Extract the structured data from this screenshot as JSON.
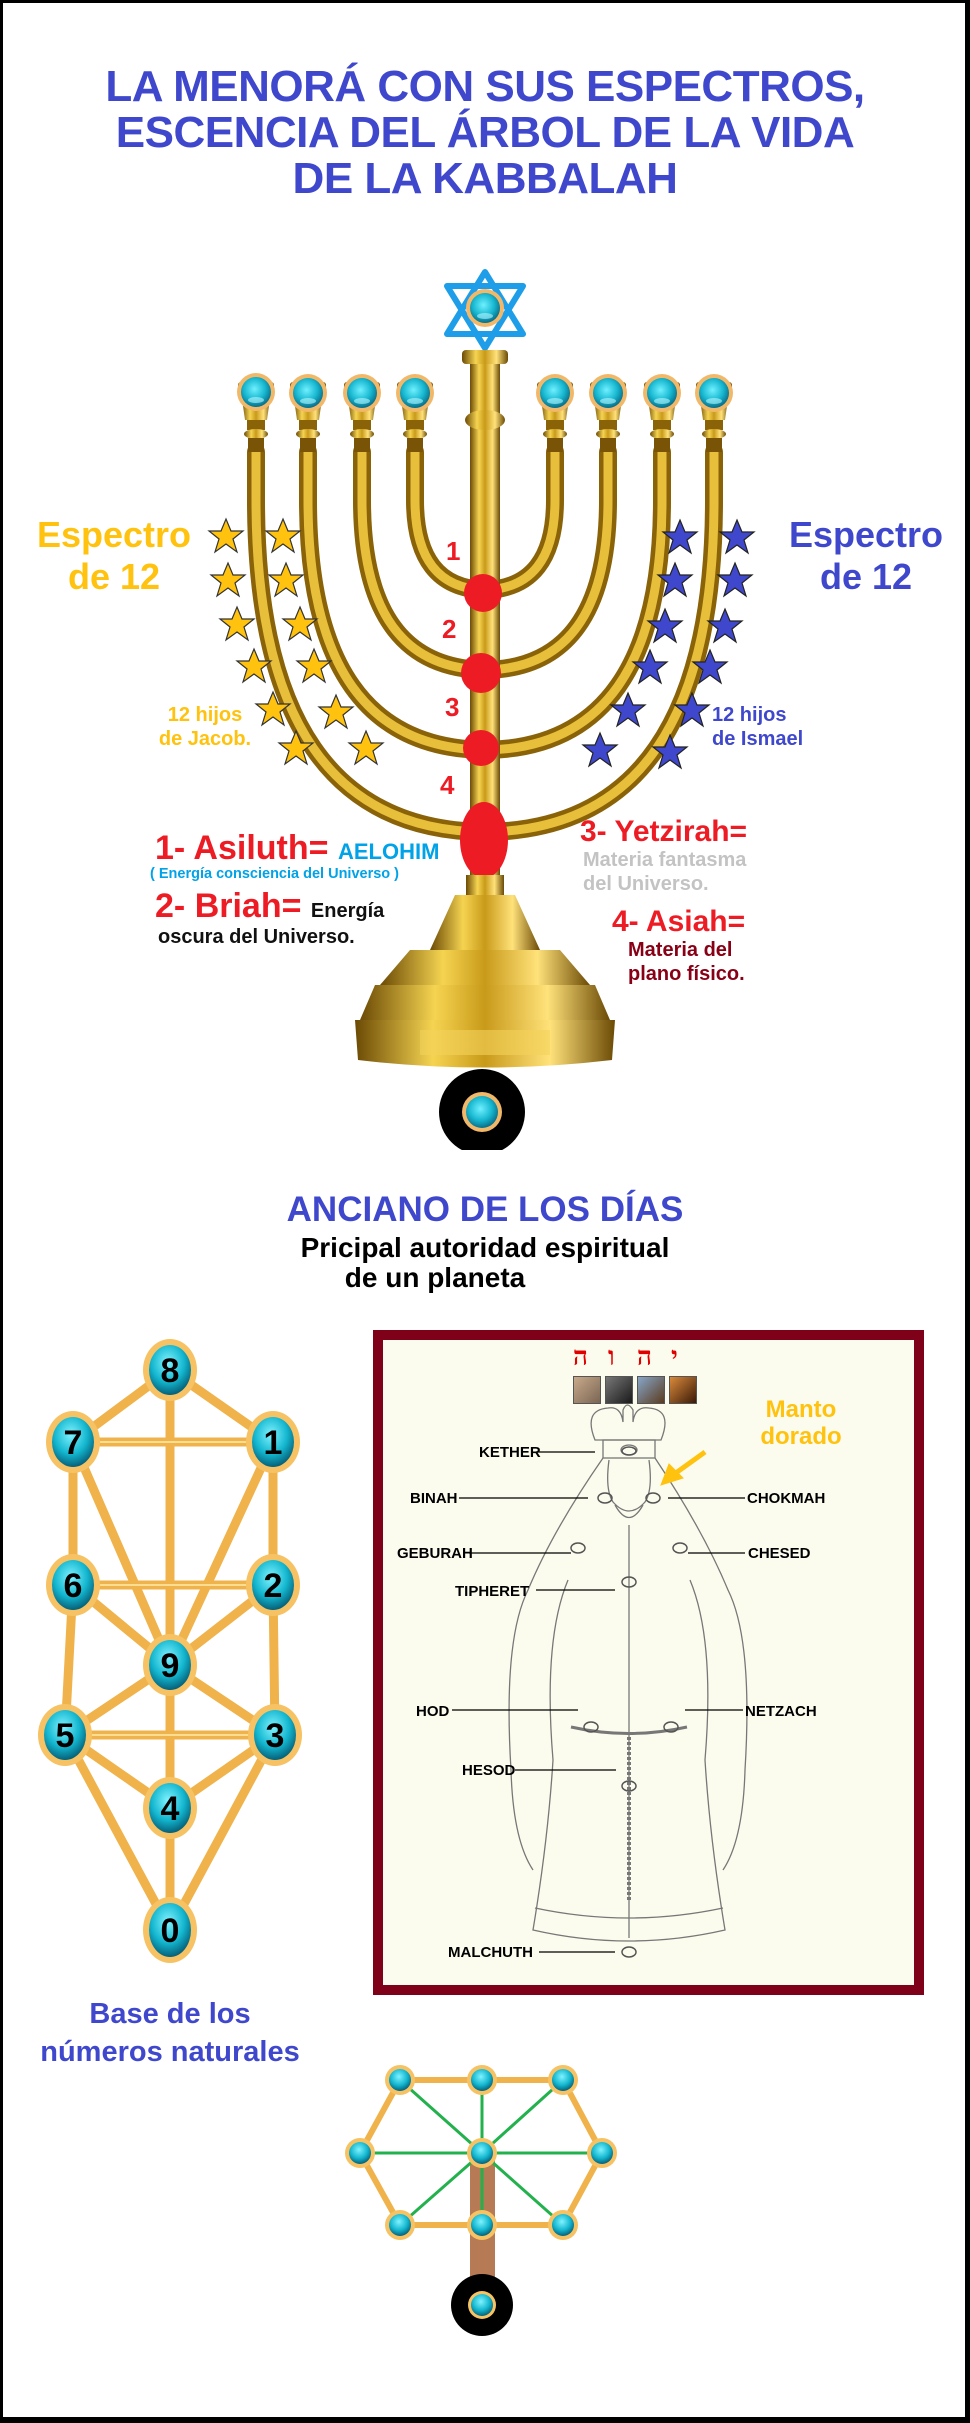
{
  "title": {
    "lines": [
      "LA MENORÁ CON SUS ESPECTROS,",
      "ESCENCIA DEL ÁRBOL DE LA VIDA",
      "DE LA KABBALAH"
    ]
  },
  "menorah": {
    "spectrum_left": {
      "line1": "Espectro",
      "line2": "de 12",
      "color": "#ffc20e"
    },
    "spectrum_right": {
      "line1": "Espectro",
      "line2": "de 12",
      "color": "#3f48cc"
    },
    "sons_left": {
      "line1": "12 hijos",
      "line2": "de Jacob."
    },
    "sons_right": {
      "line1": "12 hijos",
      "line2": "de Ismael"
    },
    "stem_numbers": [
      "1",
      "2",
      "3",
      "4"
    ],
    "worlds": [
      {
        "number": "1-",
        "name": "Asiluth",
        "eq": "=",
        "value": "AELOHIM",
        "desc": "( Energía consciencia del Universo )"
      },
      {
        "number": "2-",
        "name": "Briah",
        "eq": "=",
        "value": "Energía",
        "desc": "oscura del Universo."
      },
      {
        "number": "3-",
        "name": "Yetzirah",
        "eq": "=",
        "desc_line1": "Materia fantasma",
        "desc_line2": "del Universo."
      },
      {
        "number": "4-",
        "name": "Asiah",
        "eq": "=",
        "desc_line1": "Materia del",
        "desc_line2": "plano físico."
      }
    ],
    "colors": {
      "gold": "#b8860b",
      "gem": "#1cc7d9",
      "red": "#ed1c24",
      "star_blue": "#3f48cc",
      "star_blue_outline": "#00a2e8"
    }
  },
  "ancient": {
    "title": "ANCIANO DE LOS DÍAS",
    "subtitle_line1": "Pricipal autoridad espiritual",
    "subtitle_line2": "de un planeta"
  },
  "tree_numbers": {
    "nodes": [
      "8",
      "7",
      "1",
      "6",
      "2",
      "9",
      "5",
      "3",
      "4",
      "0"
    ],
    "caption_line1": "Base de los",
    "caption_line2": "números naturales"
  },
  "figure": {
    "hebrew_letters": [
      "ה",
      "ו",
      "ה",
      "י"
    ],
    "animals": [
      "human-face",
      "bull",
      "eagle",
      "lion"
    ],
    "manto": {
      "line1": "Manto",
      "line2": "dorado"
    },
    "sephirot": {
      "kether": "KETHER",
      "binah": "BINAH",
      "chokmah": "CHOKMAH",
      "geburah": "GEBURAH",
      "chesed": "CHESED",
      "tipheret": "TIPHERET",
      "hod": "HOD",
      "netzach": "NETZACH",
      "hesod": "HESOD",
      "malchuth": "MALCHUTH"
    },
    "border_color": "#7f0019"
  }
}
